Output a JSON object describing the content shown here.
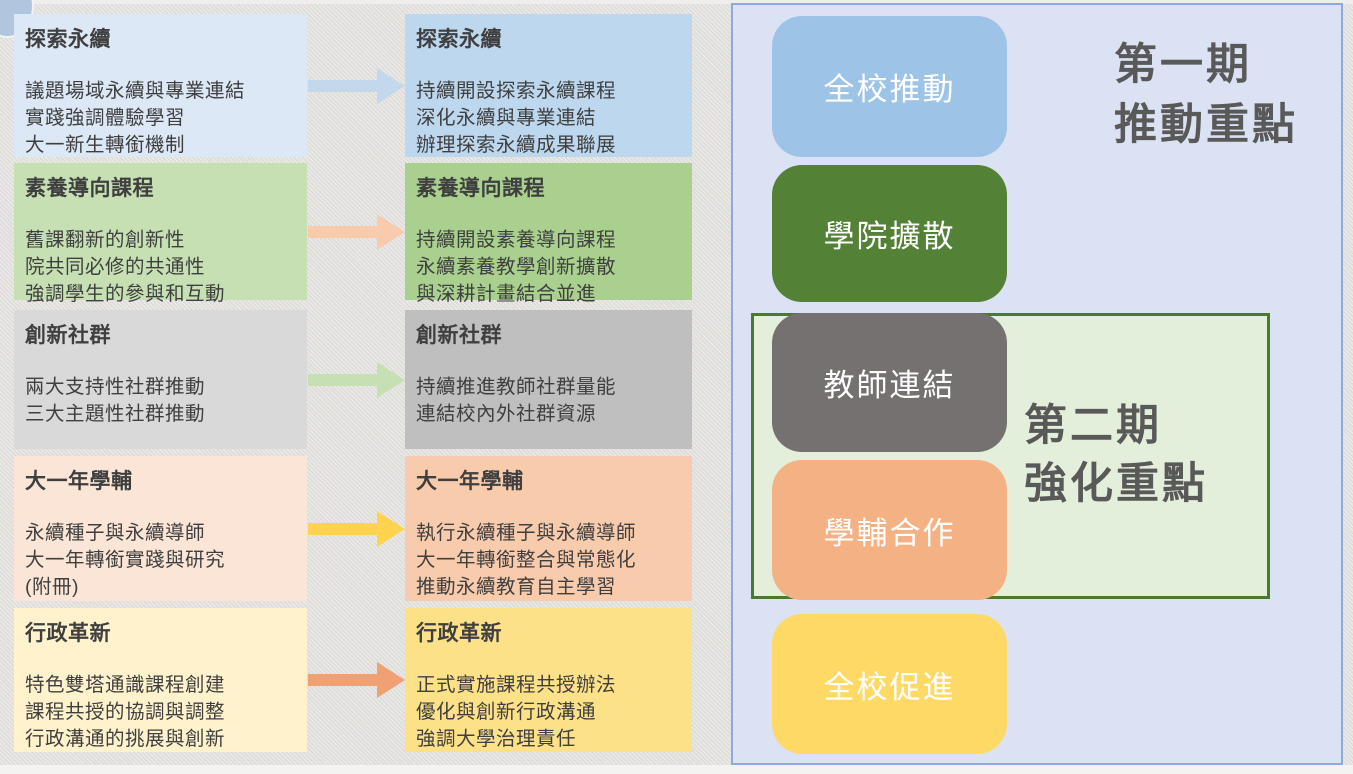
{
  "flow": {
    "rows": [
      {
        "left_fill": "#dce8f5",
        "right_fill": "#bdd7ee",
        "arrow_color": "#c3d8ed",
        "left": {
          "title": "探索永續",
          "lines": [
            "議題場域永續與專業連結",
            "實踐強調體驗學習",
            "大一新生轉銜機制"
          ]
        },
        "right": {
          "title": "探索永續",
          "lines": [
            "持續開設探索永續課程",
            "深化永續與專業連結",
            "辦理探索永續成果聯展"
          ]
        }
      },
      {
        "left_fill": "#c6e0b4",
        "right_fill": "#a9d08e",
        "arrow_color": "#f8cbad",
        "left": {
          "title": "素養導向課程",
          "lines": [
            "舊課翻新的創新性",
            "院共同必修的共通性",
            "強調學生的參與和互動"
          ]
        },
        "right": {
          "title": "素養導向課程",
          "lines": [
            "持續開設素養導向課程",
            "永續素養教學創新擴散",
            "與深耕計畫結合並進"
          ]
        }
      },
      {
        "left_fill": "#d9d9d9",
        "right_fill": "#bfbfbf",
        "arrow_color": "#c6e0b4",
        "left": {
          "title": "創新社群",
          "lines": [
            "兩大支持性社群推動",
            "三大主題性社群推動"
          ]
        },
        "right": {
          "title": "創新社群",
          "lines": [
            "持續推進教師社群量能",
            "連結校內外社群資源"
          ]
        }
      },
      {
        "left_fill": "#fbe5d6",
        "right_fill": "#f8cbad",
        "arrow_color": "#ffd34d",
        "left": {
          "title": "大一年學輔",
          "lines": [
            "永續種子與永續導師",
            "大一年轉銜實踐與研究",
            "(附冊)"
          ]
        },
        "right": {
          "title": "大一年學輔",
          "lines": [
            "執行永續種子與永續導師",
            "大一年轉銜整合與常態化",
            "推動永續教育自主學習"
          ]
        }
      },
      {
        "left_fill": "#fff2cc",
        "right_fill": "#fde189",
        "arrow_color": "#f0a173",
        "left": {
          "title": "行政革新",
          "lines": [
            "特色雙塔通識課程創建",
            "課程共授的協調與調整",
            "行政溝通的挑展與創新"
          ]
        },
        "right": {
          "title": "行政革新",
          "lines": [
            "正式實施課程共授辦法",
            "優化與創新行政溝通",
            "強調大學治理責任"
          ]
        }
      }
    ]
  },
  "panel": {
    "background": "#dae2f3",
    "border_color": "#8ea9db",
    "phase1": {
      "line1": "第一期",
      "line2": "推動重點"
    },
    "phase2": {
      "line1": "第二期",
      "line2": "強化重點"
    },
    "group_frame": {
      "fill": "#e3efda",
      "border": "#4a7a2e"
    },
    "badges": [
      {
        "label": "全校推動",
        "color": "#9dc3e6"
      },
      {
        "label": "學院擴散",
        "color": "#538135"
      },
      {
        "label": "教師連結",
        "color": "#767171"
      },
      {
        "label": "學輔合作",
        "color": "#f4b183"
      },
      {
        "label": "全校促進",
        "color": "#ffd966"
      }
    ],
    "heading_color": "#595959"
  }
}
